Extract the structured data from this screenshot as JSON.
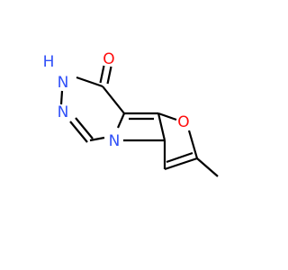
{
  "colors": {
    "background": "#ffffff",
    "bond": "#000000",
    "oxygen": "#ff0d0d",
    "nitrogen": "#3050f8"
  },
  "atoms": {
    "carbonyl_oxygen": "O",
    "ring_oxygen": "O",
    "nh_nitrogen": "N",
    "nh_hydrogen": "H",
    "imine_nitrogen": "N",
    "bridge_nitrogen": "N"
  }
}
